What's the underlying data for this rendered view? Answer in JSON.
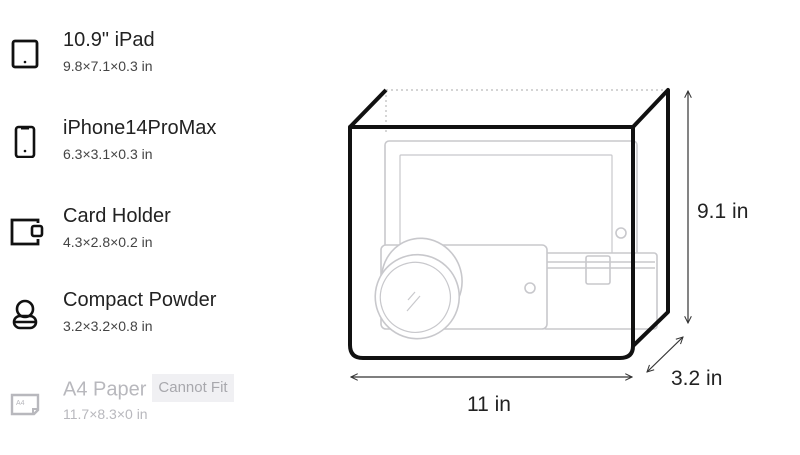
{
  "items": [
    {
      "title": "10.9\" iPad",
      "dims": "9.8×7.1×0.3 in",
      "icon": "tablet-icon",
      "fits": true
    },
    {
      "title": "iPhone14ProMax",
      "dims": "6.3×3.1×0.3 in",
      "icon": "phone-icon",
      "fits": true
    },
    {
      "title": "Card Holder",
      "dims": "4.3×2.8×0.2 in",
      "icon": "wallet-icon",
      "fits": true
    },
    {
      "title": "Compact Powder",
      "dims": "3.2×3.2×0.8 in",
      "icon": "compact-icon",
      "fits": true
    },
    {
      "title": "A4 Paper",
      "dims": "11.7×8.3×0 in",
      "icon": "a4-paper-icon",
      "fits": false,
      "badge": "Cannot Fit",
      "icon_text": "A4"
    }
  ],
  "bag": {
    "width_label": "11 in",
    "height_label": "9.1 in",
    "depth_label": "3.2 in"
  },
  "colors": {
    "outline": "#111111",
    "ghost": "#c8c8cc",
    "disabled": "#b8b8bd"
  }
}
